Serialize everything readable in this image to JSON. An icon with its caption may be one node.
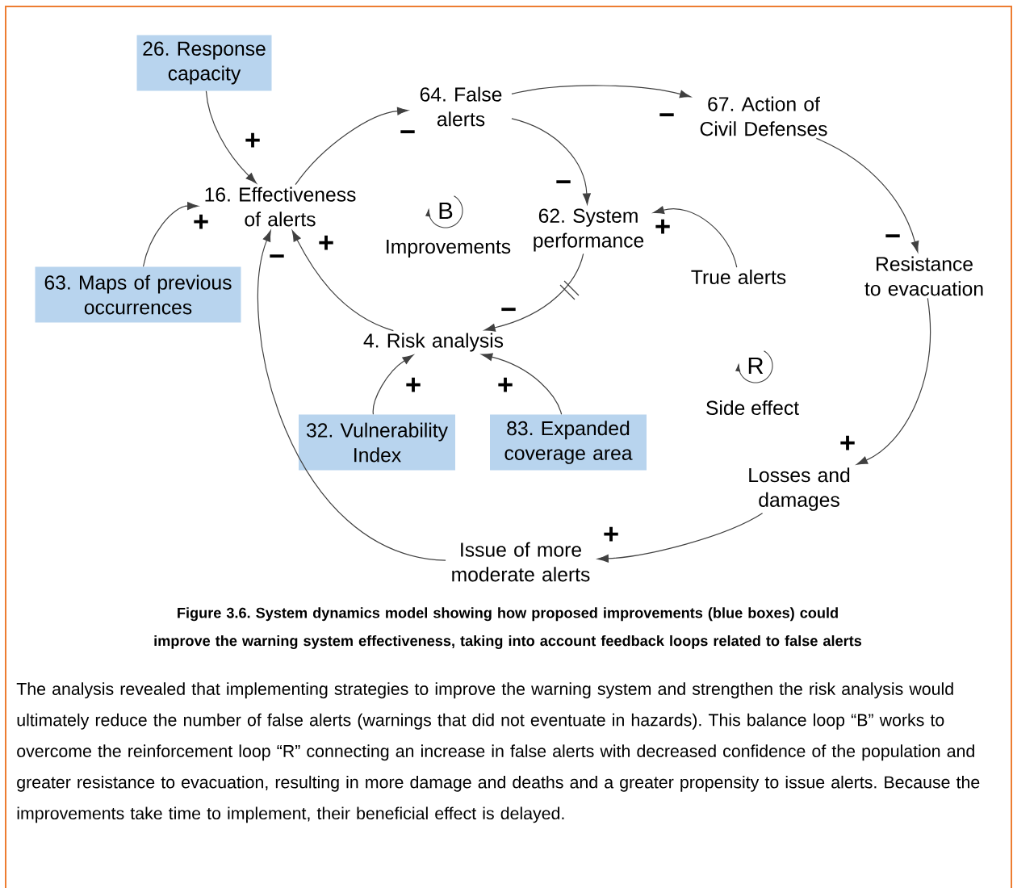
{
  "diagram": {
    "caption": "Figure 3.6. System dynamics model showing how proposed improvements (blue boxes) could improve the warning system effectiveness, taking into account feedback loops related to false alerts",
    "nodes": [
      {
        "text": [
          "26. Response capacity"
        ]
      },
      {
        "text": [
          "64. False alerts"
        ]
      },
      {
        "text": [
          "67. Action of Civil Defenses"
        ]
      },
      {
        "text": [
          "16. Effectiveness of alerts"
        ]
      },
      {
        "text": [
          "62. System performance"
        ]
      },
      {
        "text": [
          "True alerts"
        ]
      },
      {
        "text": [
          "Resistance to evacuation"
        ]
      },
      {
        "text": [
          "63. Maps of previous occurrences"
        ]
      },
      {
        "text": [
          "4. Risk analysis"
        ]
      },
      {
        "text": [
          "32. Vulnerability Index"
        ]
      },
      {
        "text": [
          "83. Expanded coverage area"
        ]
      },
      {
        "text": [
          "Losses and damages"
        ]
      },
      {
        "text": [
          "Issue of more moderate alerts"
        ]
      }
    ],
    "edges": [
      {
        "from": 0,
        "to": 3,
        "arrow": "to",
        "label": "+"
      },
      {
        "from": 3,
        "to": 1,
        "arrow": "to",
        "label": "−"
      },
      {
        "from": 1,
        "to": 2,
        "arrow": "to",
        "label": "−"
      },
      {
        "from": 1,
        "to": 4,
        "arrow": "to",
        "label": "−"
      },
      {
        "from": 5,
        "to": 4,
        "arrow": "to",
        "label": "+"
      },
      {
        "from": 4,
        "to": 8,
        "arrow": "to",
        "label": "−"
      },
      {
        "from": 8,
        "to": 3,
        "arrow": "to",
        "label": "+"
      },
      {
        "from": 7,
        "to": 3,
        "arrow": "to",
        "label": "+"
      },
      {
        "from": 9,
        "to": 8,
        "arrow": "to",
        "label": "+"
      },
      {
        "from": 10,
        "to": 8,
        "arrow": "to",
        "label": "+"
      },
      {
        "from": 2,
        "to": 6,
        "arrow": "to",
        "label": "−"
      },
      {
        "from": 6,
        "to": 11,
        "arrow": "to",
        "label": "+"
      },
      {
        "from": 11,
        "to": 12,
        "arrow": "to",
        "label": "+"
      },
      {
        "from": 12,
        "to": 3,
        "arrow": "to",
        "label": "−"
      }
    ],
    "labels": [
      "B",
      "Improvements",
      "R",
      "Side effect",
      "The analysis revealed that implementing strategies to improve the warning system and strengthen the risk analysis would ultimately reduce the number of false alerts (warnings that did not eventuate in hazards). This balance loop “B” works to overcome the reinforcement loop “R” connecting an increase in false alerts with decreased confidence of the population and greater resistance to evacuation, resulting in more damage and deaths and a greater propensity to issue alerts. Because the improvements take time to implement, their beneficial effect is delayed."
    ]
  }
}
